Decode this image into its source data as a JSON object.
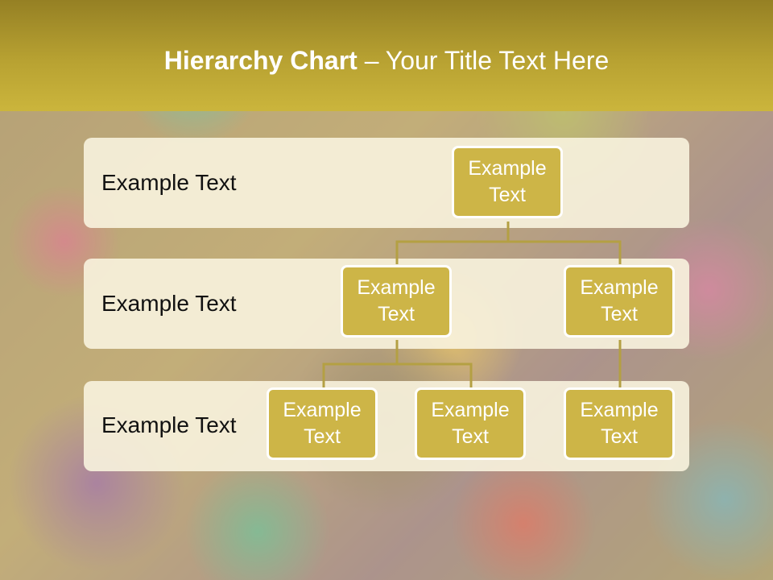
{
  "title": {
    "bold": "Hierarchy Chart",
    "rest": " – Your Title Text Here"
  },
  "levels": [
    {
      "label": "Example Text"
    },
    {
      "label": "Example Text"
    },
    {
      "label": "Example Text"
    }
  ],
  "nodes": {
    "root": "Example Text",
    "left": "Example Text",
    "right": "Example Text",
    "left_child_1": "Example Text",
    "left_child_2": "Example Text",
    "right_child": "Example Text"
  },
  "colors": {
    "header": "#b8a232",
    "node_fill": "#cdb547",
    "connector": "#b4a043",
    "band": "#f8f3de"
  }
}
